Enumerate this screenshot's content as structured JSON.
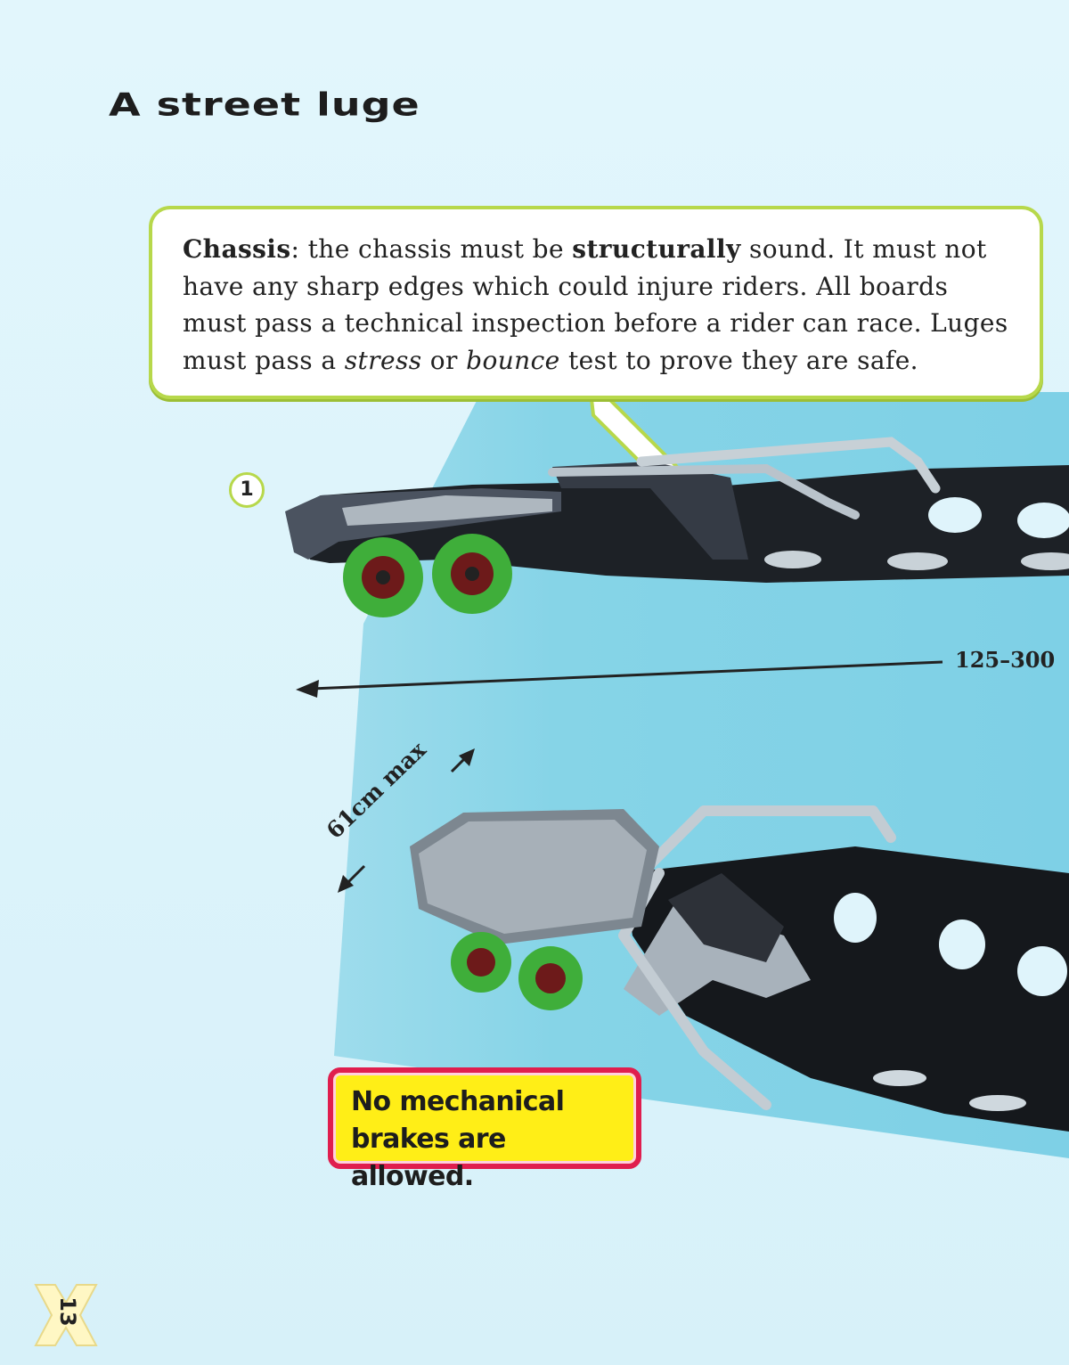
{
  "page": {
    "title": "A street luge",
    "page_number": "13",
    "colors": {
      "background": "#dff4fb",
      "beam": "#86d6e8",
      "callout_border": "#b7d84b",
      "note_fill": "#ffee17",
      "note_border": "#e01e4e",
      "wheel": "#3fae3a"
    }
  },
  "callout": {
    "term": "Chassis",
    "part1": ": the chassis must be ",
    "emphasis": "structurally",
    "part2": " sound. It must not have any sharp edges which could injure riders. All boards must pass a technical inspection before a rider can race. Luges must pass a ",
    "italic1": "stress",
    "part3": " or ",
    "italic2": "bounce",
    "part4": " test to prove they are safe."
  },
  "badge": {
    "number": "1"
  },
  "dimensions": {
    "length_label": "125–300",
    "width_label": "61cm max"
  },
  "note": {
    "line1": "No mechanical",
    "line2": "brakes are allowed."
  },
  "icons": [
    "arrow-left-icon",
    "double-arrow-icon",
    "pointer-arrow-icon",
    "page-x-icon"
  ]
}
